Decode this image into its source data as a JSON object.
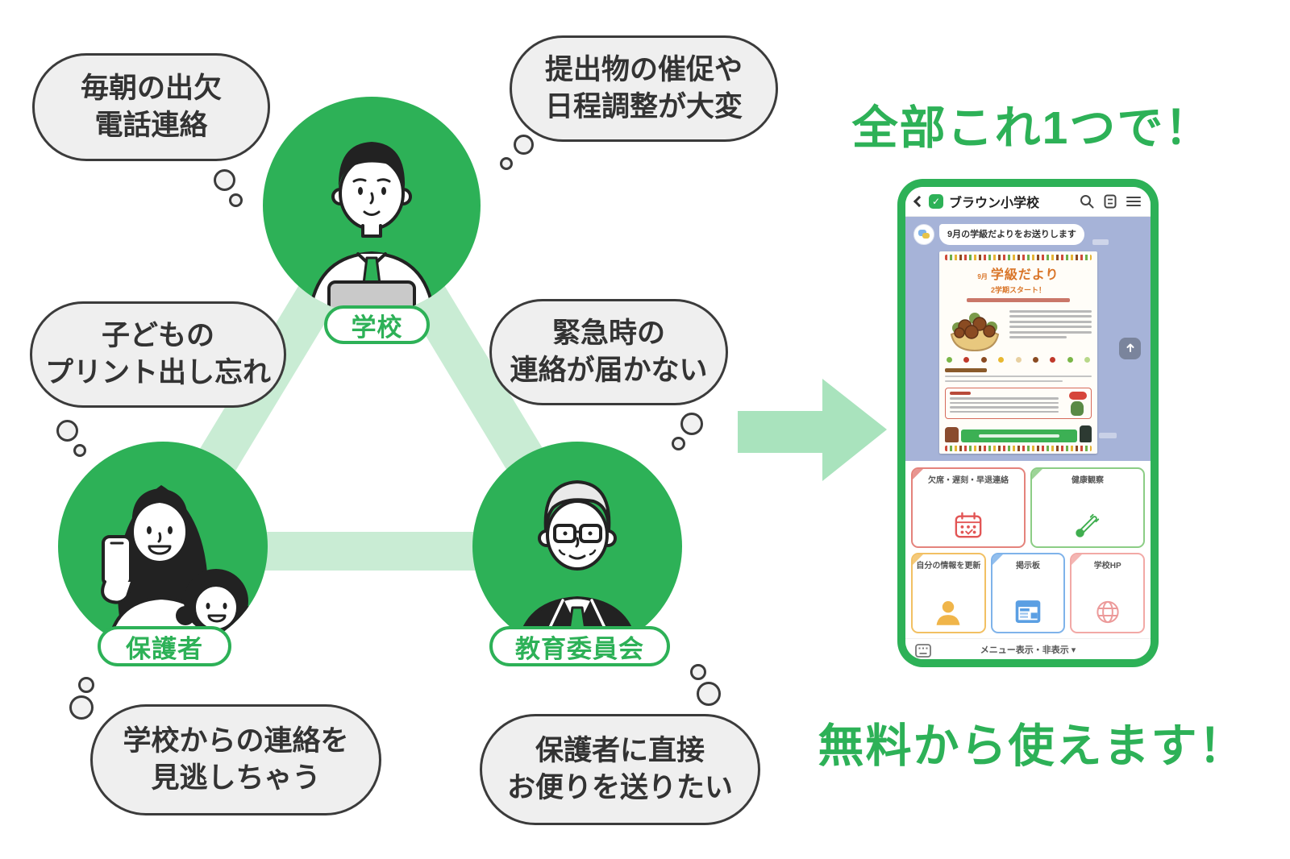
{
  "headlines": {
    "top": "全部これ1つで！",
    "bottom": "無料から使えます！"
  },
  "diagram": {
    "actors": [
      {
        "label": "学校"
      },
      {
        "label": "保護者"
      },
      {
        "label": "教育委員会"
      }
    ],
    "bubbles": [
      {
        "line1": "毎朝の出欠",
        "line2": "電話連絡"
      },
      {
        "line1": "提出物の催促や",
        "line2": "日程調整が大変"
      },
      {
        "line1": "子どもの",
        "line2": "プリント出し忘れ"
      },
      {
        "line1": "緊急時の",
        "line2": "連絡が届かない"
      },
      {
        "line1": "学校からの連絡を",
        "line2": "見逃しちゃう"
      },
      {
        "line1": "保護者に直接",
        "line2": "お便りを送りたい"
      }
    ]
  },
  "phone": {
    "header": {
      "school_name": "ブラウン小学校"
    },
    "chat": {
      "message": "9月の学級だよりをお送りします"
    },
    "newsletter": {
      "month": "9月",
      "title": "学級だより",
      "subtitle": "2学期スタート！"
    },
    "menu": {
      "items": [
        {
          "label": "欠席・遅刻・早退連絡"
        },
        {
          "label": "健康観察"
        },
        {
          "label": "自分の情報を更新"
        },
        {
          "label": "掲示板"
        },
        {
          "label": "学校HP"
        }
      ],
      "footer": "メニュー表示・非表示 ▾"
    }
  },
  "colors": {
    "brand_green": "#2db157",
    "triangle_band": "#c9ecd4",
    "arrow": "#a9e3bd",
    "chat_background": "#a6b3d8",
    "bubble_gray": "#efefef",
    "newsletter_orange": "#d97528",
    "menu_red": "#e4837c",
    "menu_green": "#8ccd85",
    "menu_yellow": "#f2c063",
    "menu_blue": "#7fb3ea",
    "menu_pink": "#f2a9a6"
  }
}
